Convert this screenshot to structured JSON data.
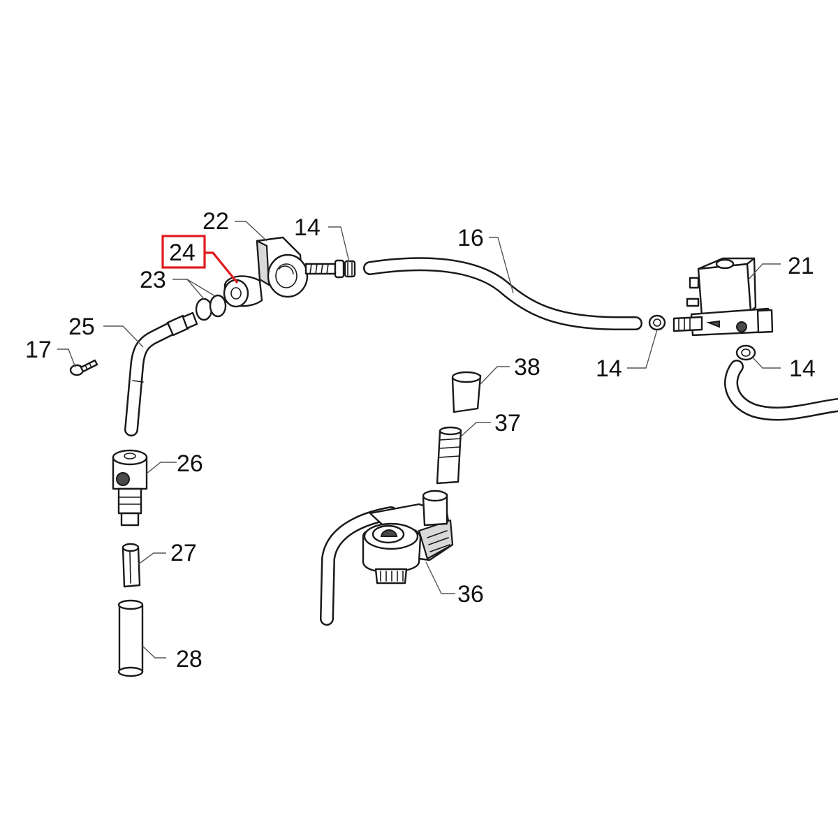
{
  "diagram": {
    "labels": {
      "p14a": "14",
      "p14b": "14",
      "p14c": "14",
      "p16": "16",
      "p17": "17",
      "p21": "21",
      "p22": "22",
      "p23": "23",
      "p24": "24",
      "p25": "25",
      "p26": "26",
      "p27": "27",
      "p28": "28",
      "p36": "36",
      "p37": "37",
      "p38": "38"
    },
    "highlighted_part": "24",
    "highlight_color": "#e0191e",
    "line_color": "#1a1a1a",
    "background_color": "#ffffff"
  }
}
